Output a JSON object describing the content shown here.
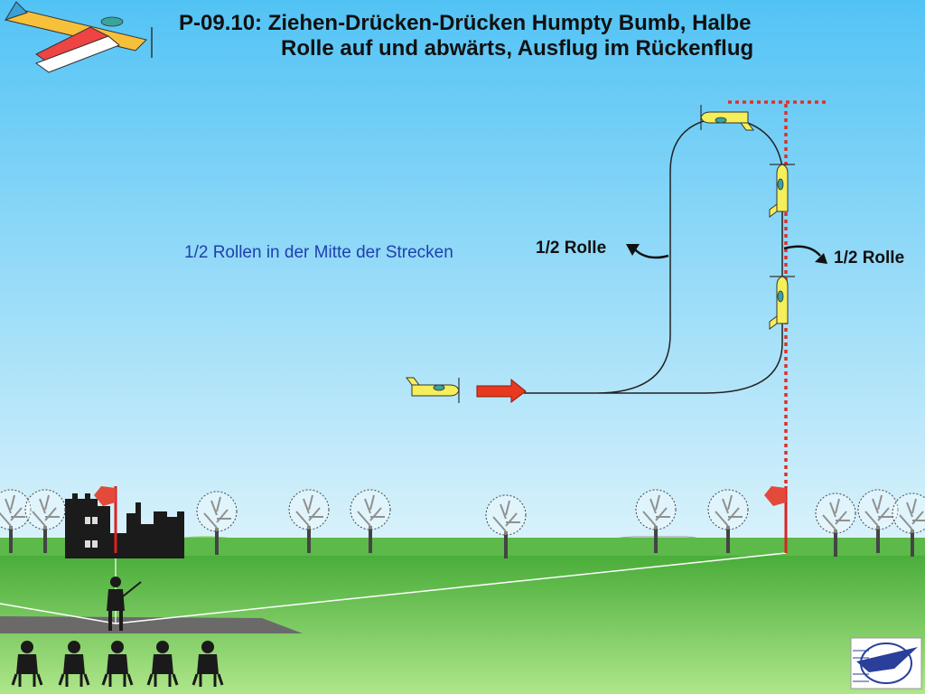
{
  "title": {
    "line1": "P-09.10: Ziehen-Drücken-Drücken Humpty Bumb, Halbe",
    "line2": "Rolle auf und abwärts, Ausflug im Rückenflug"
  },
  "note": "1/2 Rollen in der Mitte der Strecken",
  "labels": {
    "roll_left": "1/2 Rolle",
    "roll_right": "1/2 Rolle"
  },
  "colors": {
    "sky_top": "#52c3f5",
    "sky_bottom": "#d9f2fb",
    "grass_light": "#aee68a",
    "grass_dark": "#4aad3a",
    "path": "#222222",
    "reference_line": "#e0302a",
    "entry_arrow": "#e8391e",
    "plane_body": "#f4ef5a",
    "note_text": "#1f3fb0"
  },
  "icons": [
    "logo-plane-icon",
    "aircraft-icon",
    "entry-arrow-icon",
    "flag-icon",
    "tree-icon",
    "castle-icon",
    "pilot-icon",
    "judge-icon",
    "emblem-icon"
  ]
}
